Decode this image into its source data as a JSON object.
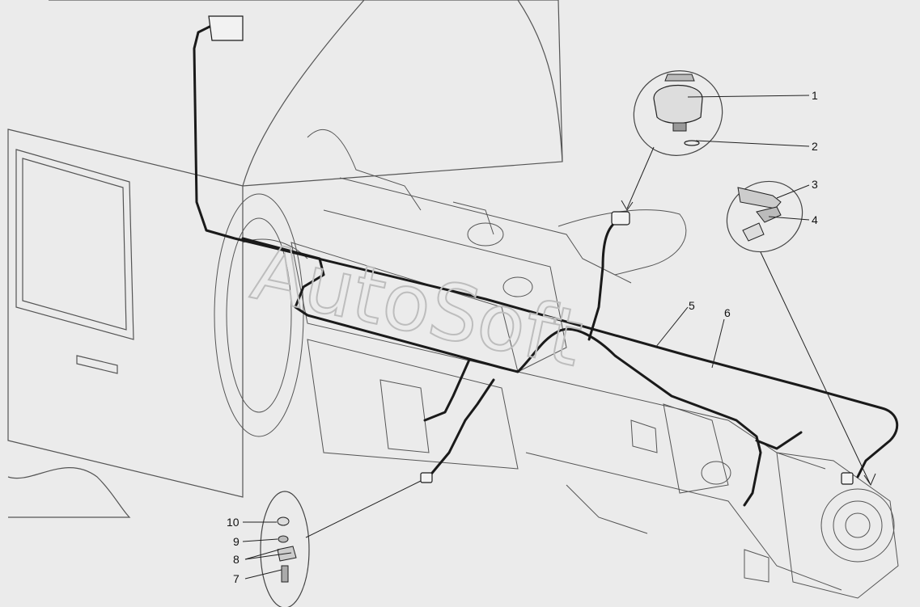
{
  "watermark": "AutoSoft",
  "callouts": [
    {
      "id": "1",
      "label": "1"
    },
    {
      "id": "2",
      "label": "2"
    },
    {
      "id": "3",
      "label": "3"
    },
    {
      "id": "4",
      "label": "4"
    },
    {
      "id": "5",
      "label": "5"
    },
    {
      "id": "6",
      "label": "6"
    },
    {
      "id": "7",
      "label": "7"
    },
    {
      "id": "8",
      "label": "8"
    },
    {
      "id": "9",
      "label": "9"
    },
    {
      "id": "10",
      "label": "10"
    }
  ],
  "colors": {
    "background": "#ebebeb",
    "line": "#1a1a1a",
    "sketch": "#555555",
    "watermark": "#bdbdbd"
  }
}
